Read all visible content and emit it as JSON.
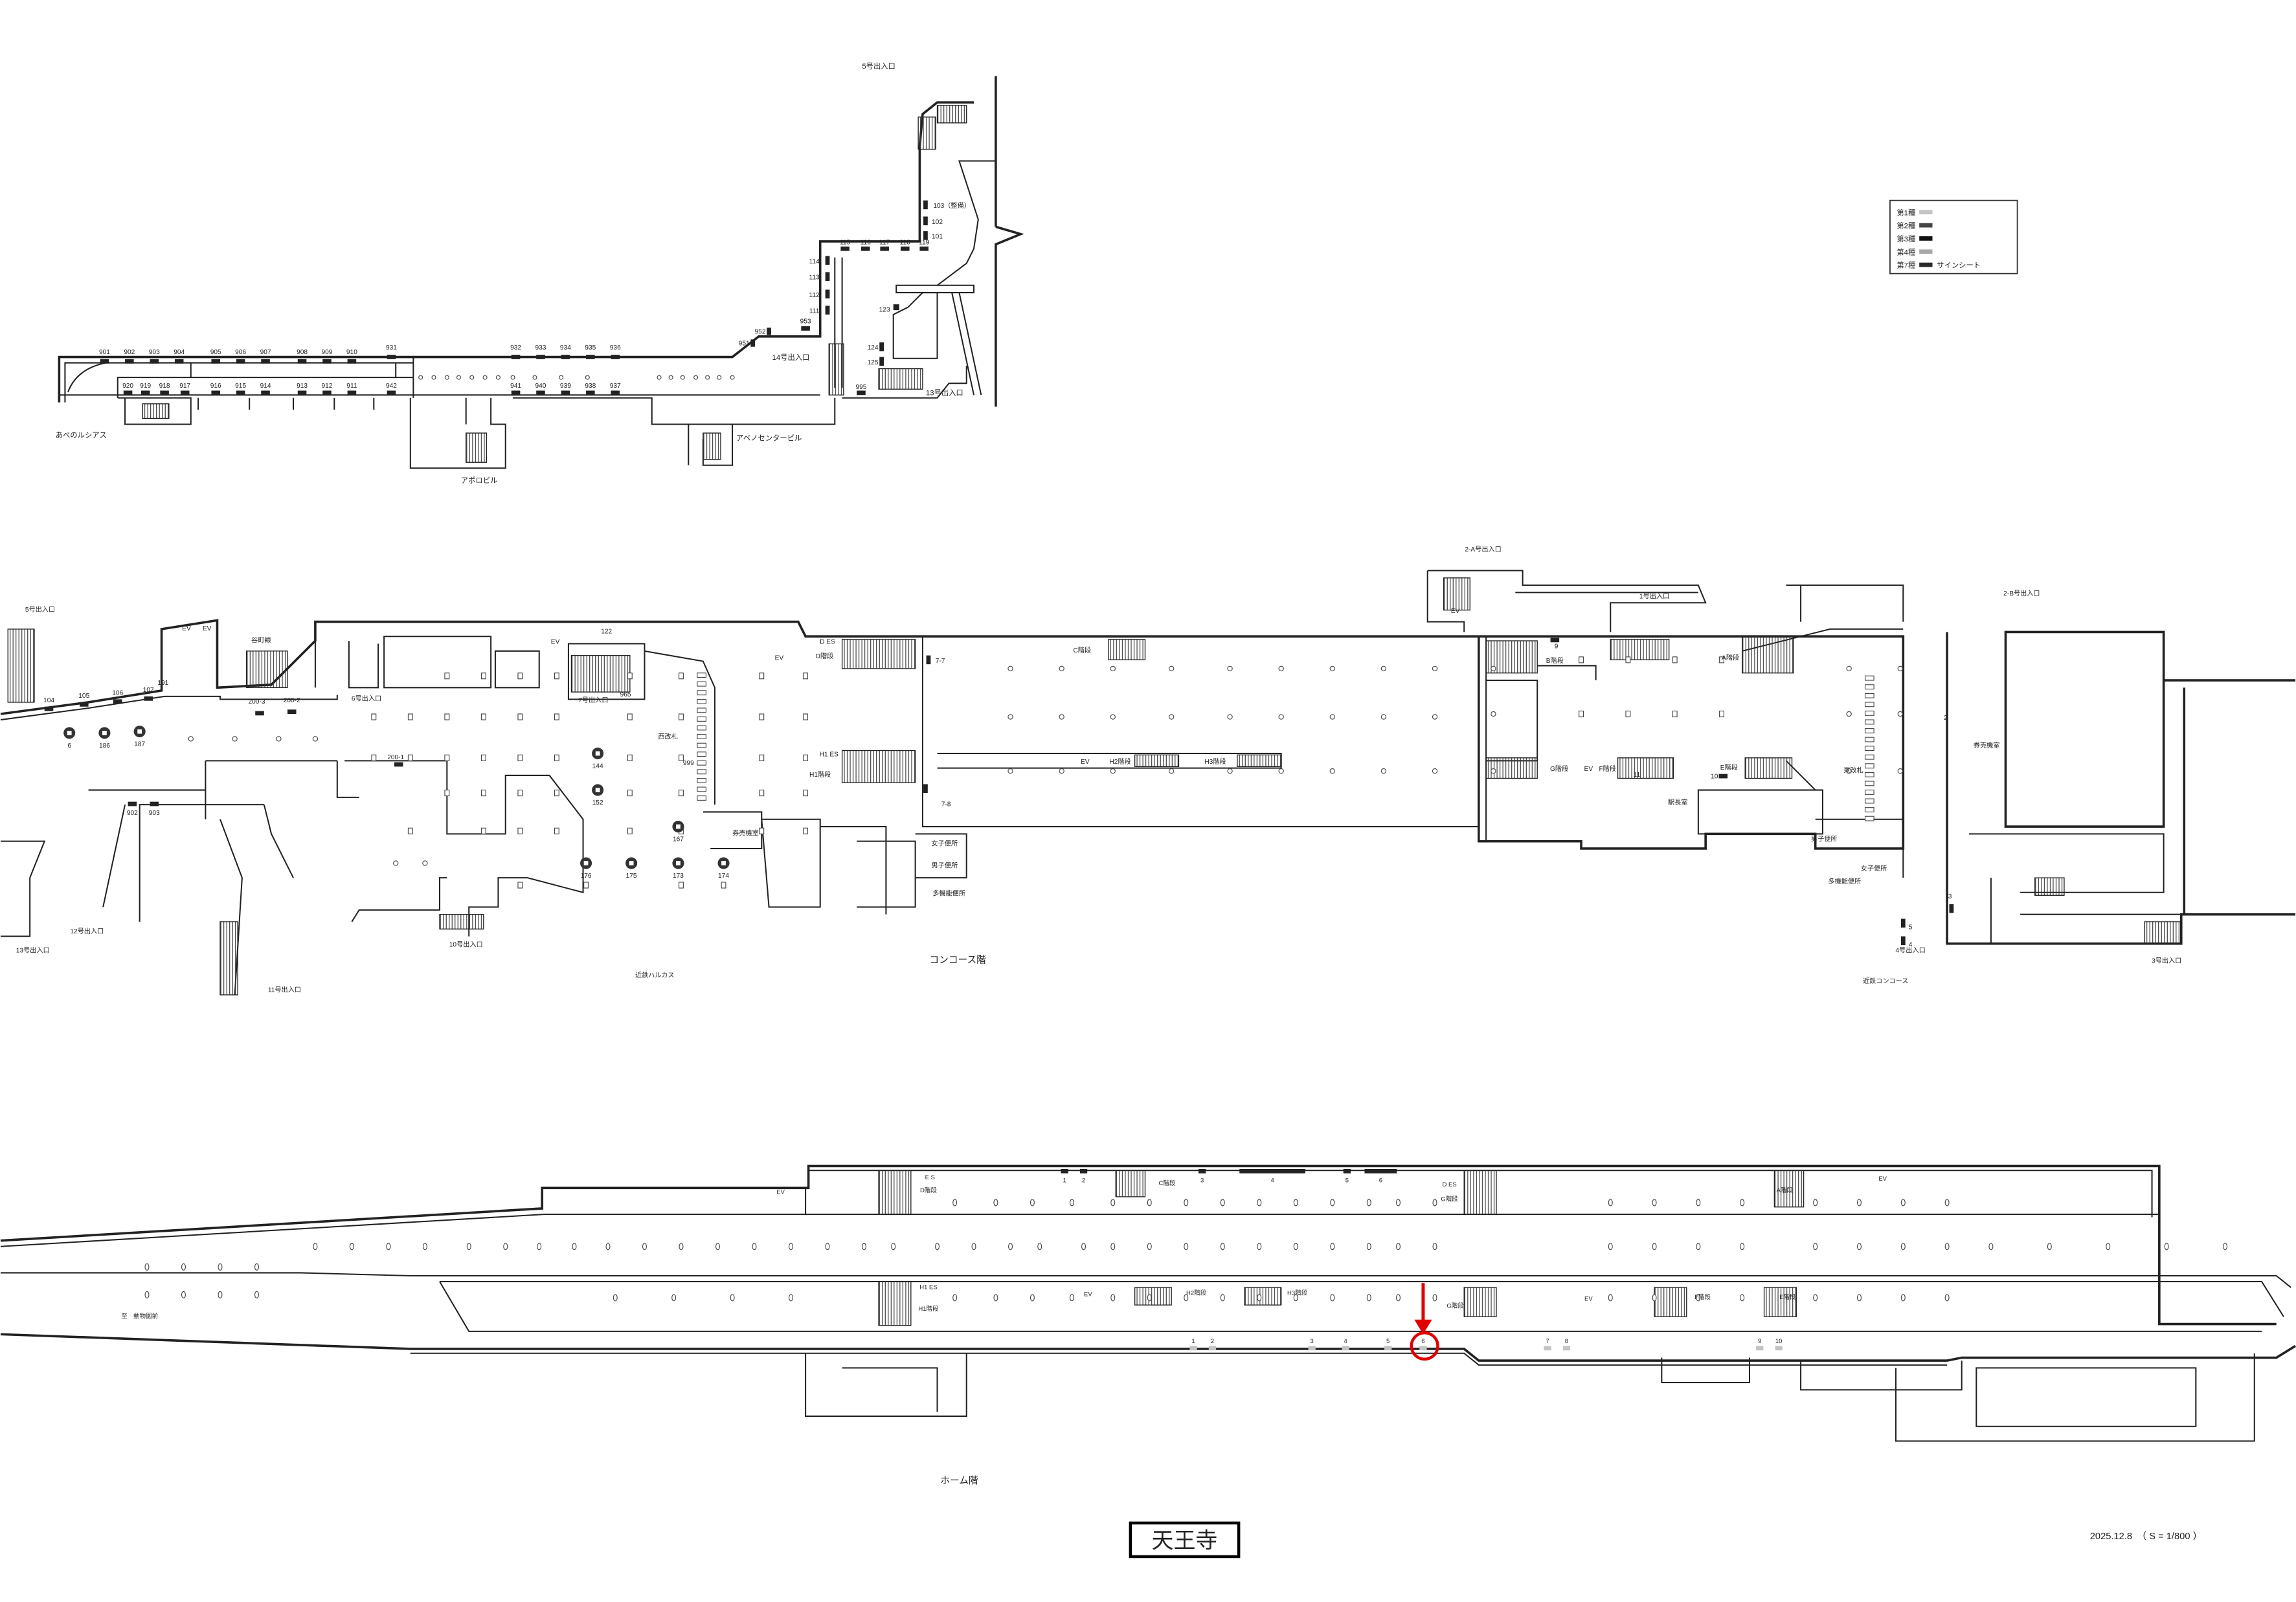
{
  "title": "天王寺",
  "date_scale": "2025.12.8　（ S = 1/800 ）",
  "legend": [
    {
      "label": "第1種",
      "color": "#c4c4c4",
      "note": ""
    },
    {
      "label": "第2種",
      "color": "#444444",
      "note": ""
    },
    {
      "label": "第3種",
      "color": "#111111",
      "note": ""
    },
    {
      "label": "第4種",
      "color": "#a8a8a8",
      "note": ""
    },
    {
      "label": "第7種",
      "color": "#2a2a2a",
      "note": "サインシート"
    }
  ],
  "upper": {
    "labels": [
      "5号出入口",
      "14号出入口",
      "13号出入口",
      "あべのルシアス",
      "アポロビル",
      "アベノセンタービル"
    ],
    "signs": [
      "901",
      "902",
      "903",
      "904",
      "905",
      "906",
      "907",
      "908",
      "909",
      "910",
      "931",
      "932",
      "933",
      "934",
      "935",
      "936",
      "920",
      "919",
      "918",
      "917",
      "916",
      "915",
      "914",
      "913",
      "912",
      "911",
      "942",
      "941",
      "940",
      "939",
      "938",
      "937",
      "951",
      "952",
      "953",
      "111",
      "112",
      "113",
      "114",
      "115",
      "116",
      "117",
      "118",
      "119",
      "101",
      "102",
      "103（整備）",
      "123",
      "124",
      "125",
      "995"
    ]
  },
  "concourse": {
    "name": "コンコース階",
    "labels": [
      "5号出入口",
      "谷町線",
      "6号出入口",
      "7号出入口",
      "西改札",
      "12号出入口",
      "13号出入口",
      "11号出入口",
      "10号出入口",
      "近鉄ハルカス",
      "D ES",
      "D階段",
      "H1 ES",
      "H1階段",
      "券売機室",
      "女子便所",
      "男子便所",
      "多機能便所",
      "C階段",
      "H2階段",
      "H3階段",
      "EV",
      "EV",
      "EV",
      "EV",
      "EV",
      "2-A号出入口",
      "1号出入口",
      "2-B号出入口",
      "B階段",
      "A階段",
      "東改札",
      "G階段",
      "EV",
      "F階段",
      "E階段",
      "駅長室",
      "男子便所",
      "女子便所",
      "多機能便所",
      "券売機室",
      "4号出入口",
      "3号出入口",
      "近鉄コンコース",
      "EV"
    ],
    "signs": [
      "104",
      "105",
      "106",
      "107",
      "191",
      "200-3",
      "200-2",
      "122",
      "965",
      "200-1",
      "902",
      "903",
      "999",
      "7-7",
      "7-8",
      "9",
      "10",
      "11",
      "2",
      "3",
      "4",
      "5"
    ],
    "pillar_signs": [
      "6",
      "186",
      "187",
      "144",
      "152",
      "167",
      "176",
      "175",
      "173",
      "174"
    ]
  },
  "platform": {
    "name": "ホーム階",
    "labels": [
      "E S",
      "D階段",
      "C階段",
      "D ES",
      "G階段",
      "A階段",
      "EV",
      "EV",
      "H1 ES",
      "H1階段",
      "EV",
      "H2階段",
      "H3階段",
      "G階段",
      "EV",
      "F階段",
      "E階段",
      "至　動物園前"
    ],
    "upper_signs": [
      "1",
      "2",
      "3",
      "4",
      "5",
      "6"
    ],
    "lower_signs": [
      "1",
      "2",
      "3",
      "4",
      "5",
      "6",
      "7",
      "8",
      "9",
      "10"
    ]
  },
  "marker": {
    "target_sign": "6",
    "color": "#e00000"
  }
}
